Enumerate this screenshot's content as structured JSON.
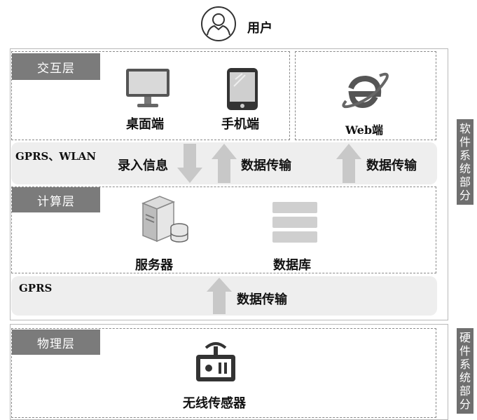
{
  "user": {
    "label": "用户",
    "icon": "user-icon"
  },
  "interaction_layer": {
    "title": "交互层",
    "clients": [
      {
        "label": "桌面端",
        "icon": "desktop-monitor-icon"
      },
      {
        "label": "手机端",
        "icon": "mobile-phone-icon"
      },
      {
        "label": "Web端",
        "icon": "web-browser-icon"
      }
    ]
  },
  "link_1": {
    "protocol": "GPRS、WLAN",
    "input_label": "录入信息",
    "transfer_label_1": "数据传输",
    "transfer_label_2": "数据传输"
  },
  "compute_layer": {
    "title": "计算层",
    "items": [
      {
        "label": "服务器",
        "icon": "server-icon"
      },
      {
        "label": "数据库",
        "icon": "database-icon"
      }
    ]
  },
  "link_2": {
    "protocol": "GPRS",
    "transfer_label": "数据传输"
  },
  "physical_layer": {
    "title": "物理层",
    "items": [
      {
        "label": "无线传感器",
        "icon": "wireless-sensor-icon"
      }
    ]
  },
  "side_labels": {
    "software": [
      "软",
      "件",
      "系",
      "统",
      "部",
      "分"
    ],
    "hardware": [
      "硬",
      "件",
      "系",
      "统",
      "部",
      "分"
    ]
  },
  "colors": {
    "tag_bg": "#7b7b7b",
    "band_bg": "#eeeeee",
    "arrow": "#c8c8c8"
  }
}
